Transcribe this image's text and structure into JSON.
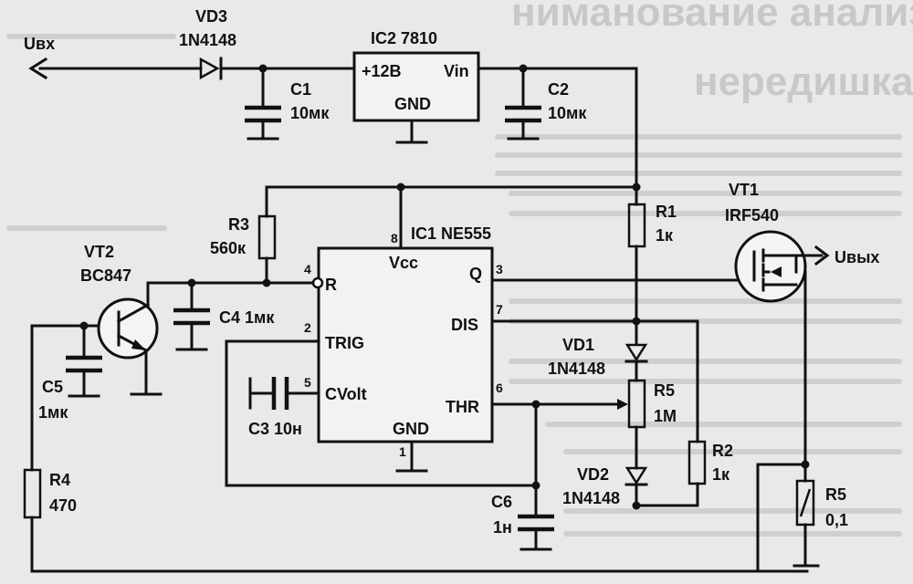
{
  "background_text": {
    "heading_line1": "ниманование анализкомпонентная",
    "heading_line2": "нередишка"
  },
  "labels": {
    "uin": "Uвх",
    "uout": "Uвых",
    "vd3_ref": "VD3",
    "vd3_val": "1N4148",
    "ic2_ref": "IC2 7810",
    "ic2_out": "+12В",
    "ic2_in": "Vin",
    "ic2_gnd": "GND",
    "c1_ref": "C1",
    "c1_val": "10мк",
    "c2_ref": "C2",
    "c2_val": "10мк",
    "r3_ref": "R3",
    "r3_val": "560к",
    "ic1_ref": "IC1 NE555",
    "ic1_vcc": "Vcc",
    "ic1_r": "R",
    "ic1_trig": "TRIG",
    "ic1_cvolt": "CVolt",
    "ic1_gnd": "GND",
    "ic1_q": "Q",
    "ic1_dis": "DIS",
    "ic1_thr": "THR",
    "pin8": "8",
    "pin4": "4",
    "pin2": "2",
    "pin5": "5",
    "pin1": "1",
    "pin3": "3",
    "pin7": "7",
    "pin6": "6",
    "r1_ref": "R1",
    "r1_val": "1к",
    "vt1_ref": "VT1",
    "vt1_val": "IRF540",
    "vt2_ref": "VT2",
    "vt2_val": "BC847",
    "c4_label": "C4 1мк",
    "c5_ref": "C5",
    "c5_val": "1мк",
    "c3_label": "C3 10н",
    "vd1_ref": "VD1",
    "vd1_val": "1N4148",
    "r5p_ref": "R5",
    "r5p_val": "1М",
    "r2_ref": "R2",
    "r2_val": "1к",
    "vd2_ref": "VD2",
    "vd2_val": "1N4148",
    "c6_ref": "C6",
    "c6_val": "1н",
    "r4_ref": "R4",
    "r4_val": "470",
    "r5s_ref": "R5",
    "r5s_val": "0,1"
  }
}
